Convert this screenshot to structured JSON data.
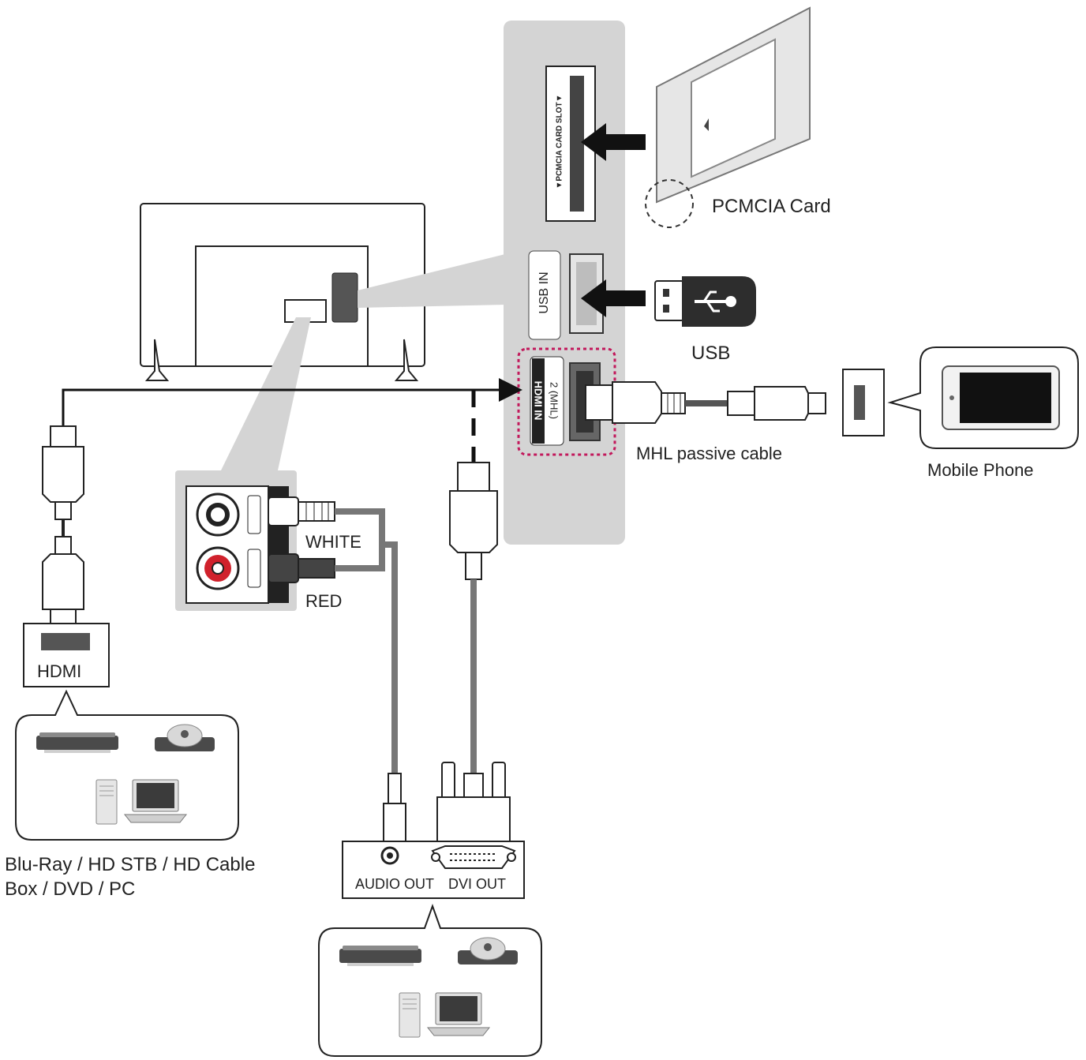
{
  "labels": {
    "pcmcia_slot": "▼PCMCIA CARD SLOT▼",
    "pcmcia_card": "PCMCIA Card",
    "usb_in": "USB IN",
    "usb": "USB",
    "hdmi_in": "HDMI IN",
    "hdmi_in_sub": "2 (MHL)",
    "mhl_cable": "MHL passive cable",
    "mobile_phone": "Mobile Phone",
    "white": "WHITE",
    "red": "RED",
    "hdmi": "HDMI",
    "source_devices_line1": "Blu-Ray / HD STB / HD Cable",
    "source_devices_line2": "Box / DVD / PC",
    "audio_out": "AUDIO OUT",
    "dvi_out": "DVI OUT"
  },
  "icons": [
    "tv-rear-icon",
    "pcmcia-card-icon",
    "usb-plug-icon",
    "mobile-phone-icon",
    "hdmi-plug-icon",
    "rca-plug-icon",
    "dvi-plug-icon",
    "audio-plug-icon",
    "bluray-player-icon",
    "projector-icon",
    "pc-tower-icon",
    "laptop-icon",
    "arrow-icon"
  ],
  "colors": {
    "panel": "#d4d4d4",
    "dark": "#3a3a3a",
    "red_jack": "#d0212c",
    "mhl_dash": "#c2185b",
    "line": "#111111"
  }
}
